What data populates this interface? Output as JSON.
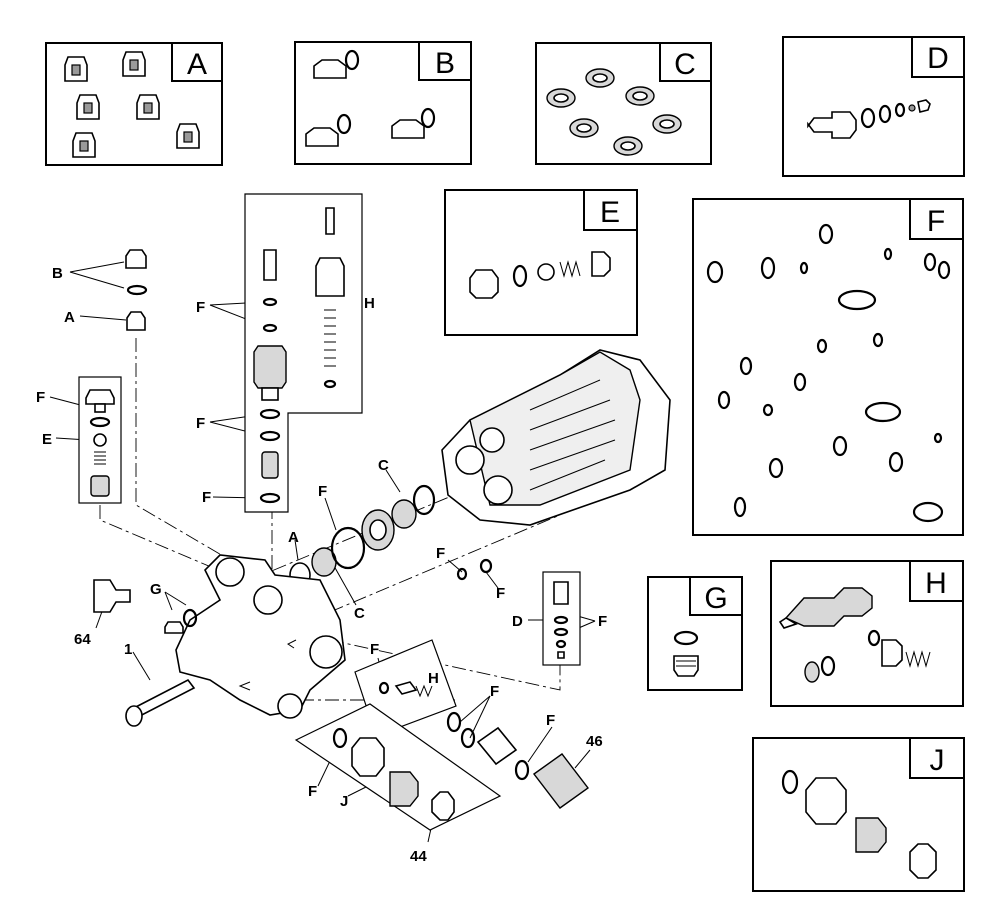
{
  "kits": {
    "A": "A",
    "B": "B",
    "C": "C",
    "D": "D",
    "E": "E",
    "F": "F",
    "G": "G",
    "H": "H",
    "J": "J"
  },
  "callouts": {
    "A": "A",
    "B": "B",
    "C": "C",
    "D": "D",
    "E": "E",
    "F": "F",
    "G": "G",
    "H": "H",
    "J": "J",
    "part_1": "1",
    "part_44": "44",
    "part_46": "46",
    "part_64": "64"
  }
}
